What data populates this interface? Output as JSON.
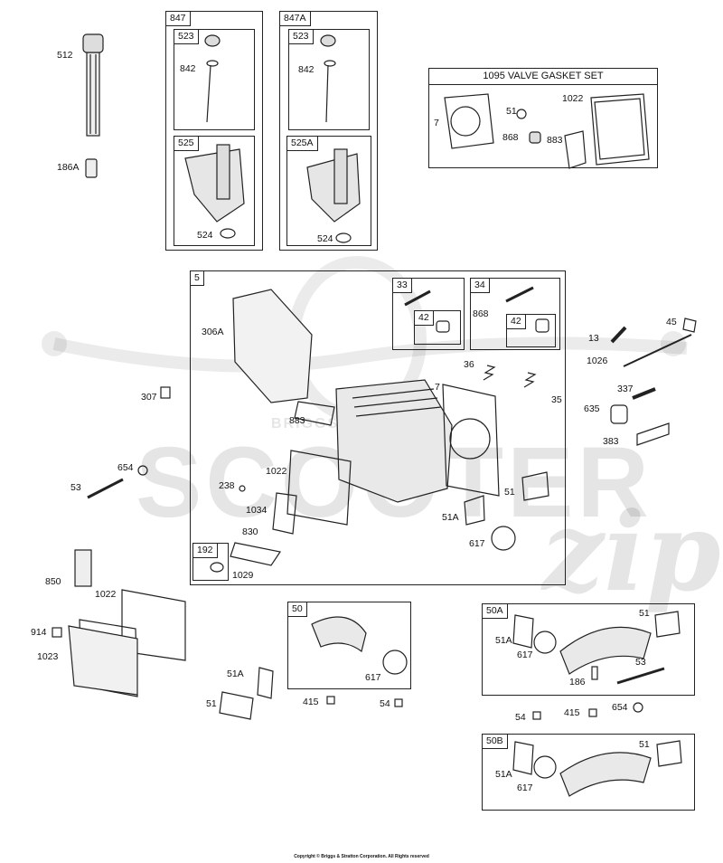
{
  "watermark": {
    "brand": "SCOOTER",
    "script": "zip",
    "center_text": "BRIGGS"
  },
  "copyright": "Copyright © Briggs & Stratton Corporation. All Rights reserved",
  "groups": {
    "g847": {
      "tag": "847",
      "sub1": "523",
      "sub2": "525",
      "parts": [
        "842",
        "524"
      ]
    },
    "g847a": {
      "tag": "847A",
      "sub1": "523",
      "sub2": "525A",
      "parts": [
        "842",
        "524"
      ]
    },
    "vgs": {
      "title": "1095 VALVE GASKET SET",
      "parts": [
        "7",
        "51",
        "1022",
        "868",
        "883"
      ]
    },
    "g5": {
      "tag": "5",
      "sub33": "33",
      "sub34": "34",
      "sub42a": "42",
      "sub42b": "42",
      "sub192": "192"
    },
    "g50": {
      "tag": "50"
    },
    "g50a": {
      "tag": "50A"
    },
    "g50b": {
      "tag": "50B"
    }
  },
  "labels": {
    "l512": "512",
    "l186A": "186A",
    "l306A": "306A",
    "l307": "307",
    "l654a": "654",
    "l53a": "53",
    "l238": "238",
    "l1022a": "1022",
    "l1034": "1034",
    "l830": "830",
    "l1029": "1029",
    "l883b": "883",
    "l7b": "7",
    "l36": "36",
    "l35": "35",
    "l868b": "868",
    "l51b": "51",
    "l51Ab": "51A",
    "l617b": "617",
    "l13": "13",
    "l45": "45",
    "l1026": "1026",
    "l337": "337",
    "l635": "635",
    "l383": "383",
    "l850": "850",
    "l1022c": "1022",
    "l914": "914",
    "l1023": "1023",
    "l51Ac": "51A",
    "l51c": "51",
    "l617c": "617",
    "l415c": "415",
    "l54c": "54",
    "l51Ad": "51A",
    "l617d": "617",
    "l51d": "51",
    "l53d": "53",
    "l186d": "186",
    "l54e": "54",
    "l415e": "415",
    "l654e": "654",
    "l51Af": "51A",
    "l617f": "617",
    "l51f": "51"
  }
}
